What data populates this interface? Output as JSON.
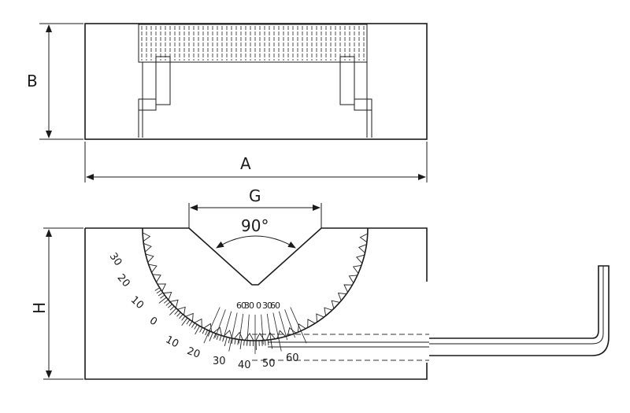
{
  "dimensions": {
    "a": "A",
    "b": "B",
    "g": "G",
    "h": "H"
  },
  "angle": "90°",
  "outer_scale": [
    "30",
    "20",
    "10",
    "0",
    "10",
    "20",
    "30",
    "40",
    "50",
    "60"
  ],
  "vernier_scale": [
    "60",
    "30",
    "0",
    "30",
    "60"
  ]
}
